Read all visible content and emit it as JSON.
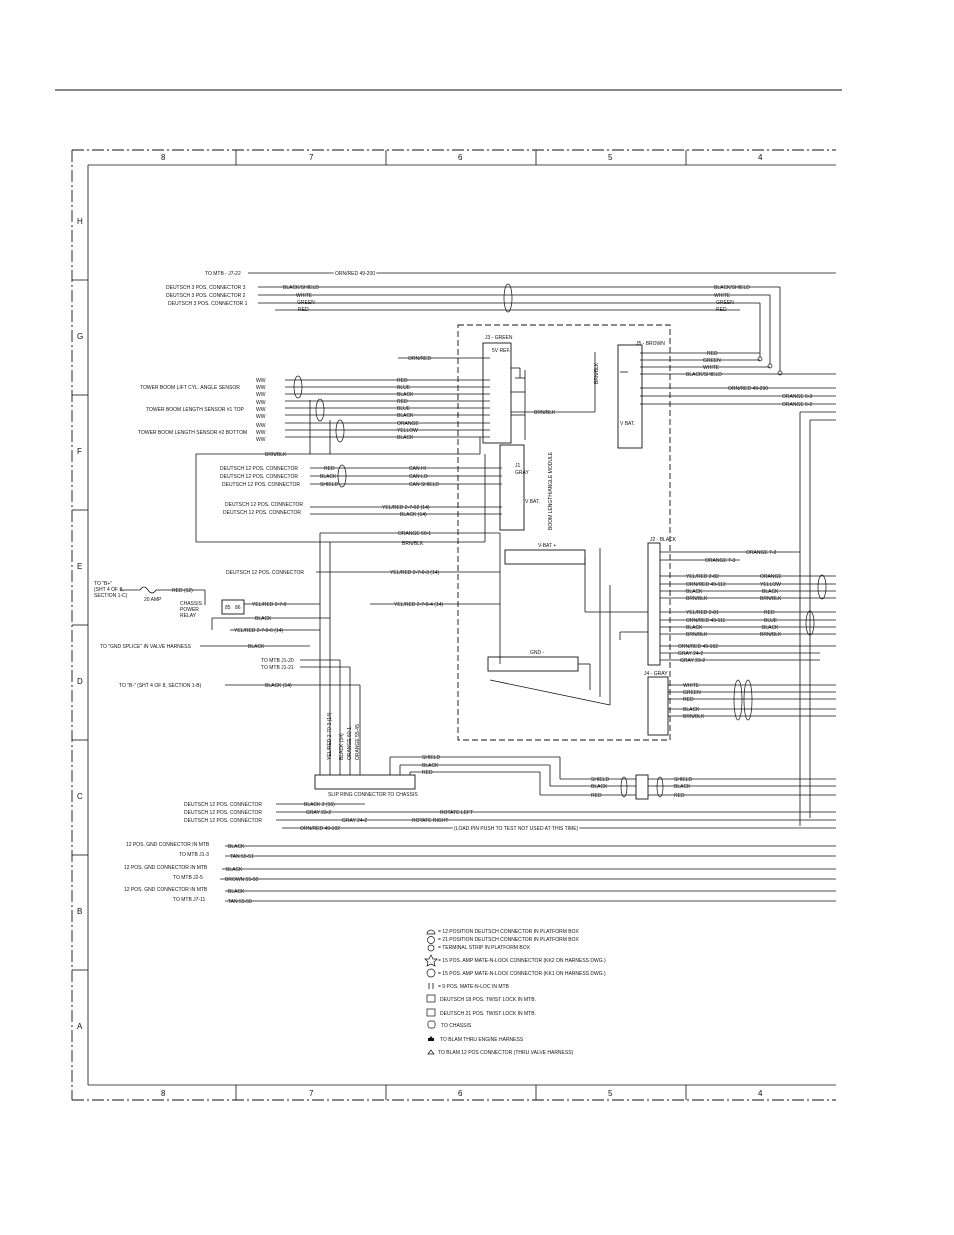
{
  "frame": {
    "cols": [
      "8",
      "7",
      "6",
      "5",
      "4"
    ],
    "rows": [
      "H",
      "G",
      "F",
      "E",
      "D",
      "C",
      "B",
      "A"
    ]
  },
  "connectors": {
    "j3": "J3 - GREEN",
    "j3_ref": "5V REF.",
    "j5": "J5 - BROWN",
    "j5_vbat": "V BAT.",
    "j1": "J1",
    "j1_color": "GRAY",
    "j1_vbat": "V BAT.",
    "module": "BOOM LENGTH/ANGLE MODULE",
    "j2": "J2 - BLACK",
    "j4": "J4 - GRAY",
    "vbat_bus": "V-BAT +",
    "gnd_bus": "GND -",
    "slip": "SLIP RING CONNECTOR TO CHASSIS"
  },
  "left_labels": {
    "mtb_j7": "TO MTB - J7-22",
    "d3a": "DEUTSCH 3 POS. CONNECTOR 3",
    "d3b": "DEUTSCH 3 POS. CONNECTOR 2",
    "d3c": "DEUTSCH 3 POS. CONNECTOR 1",
    "sensor1": "TOWER BOOM LIFT CYL. ANGLE SENSOR",
    "sensor2": "TOWER BOOM LENGTH SENSOR #1 TOP",
    "sensor3": "TOWER BOOM LENGTH SENSOR #2 BOTTOM",
    "d12a": "DEUTSCH 12 POS. CONNECTOR",
    "d12b": "DEUTSCH 12 POS. CONNECTOR",
    "d12c": "DEUTSCH 12 POS. CONNECTOR",
    "d12d": "DEUTSCH 12 POS. CONNECTOR",
    "d12e": "DEUTSCH 12 POS. CONNECTOR",
    "d12f": "DEUTSCH 12 POS. CONNECTOR",
    "to_b1": "TO \"B+\"",
    "to_b2": "(SHT 4 OF 8,",
    "to_b3": "SECTION 1-C)",
    "amp": "20 AMP",
    "relay1": "CHASSIS",
    "relay2": "POWER",
    "relay3": "RELAY",
    "gnd_splice": "TO \"GND SPLICE\" IN VALVE HARNESS",
    "mtb_j1_20": "TO MTB J1-20",
    "mtb_j1_21": "TO MTB J1-21",
    "to_bminus": "TO \"B-\" (SHT 4 OF 8, SECTION 1-B)",
    "d12g": "DEUTSCH 12 POS. CONNECTOR",
    "d12h": "DEUTSCH 12 POS. CONNECTOR",
    "d12i": "DEUTSCH 12 POS. CONNECTOR",
    "gnd1": "12 POS. GND CONNECTOR IN MTB",
    "mtb_j1_3": "TO MTB J1-3",
    "gnd2": "12 POS. GND CONNECTOR IN MTB",
    "mtb_j2_5": "TO MTB J2-5",
    "gnd3": "12 POS. GND CONNECTOR IN MTB",
    "mtb_j7_11": "TO MTB J7-11"
  },
  "wires": {
    "orn_red_49_200": "ORN/RED 49-200",
    "black_shield": "BLACK/SHIELD",
    "white": "WHITE",
    "green": "GREEN",
    "red": "RED",
    "orn_red": "ORN/RED",
    "blue": "BLUE",
    "black": "BLACK",
    "orange": "ORANGE",
    "yellow": "YELLOW",
    "brn_blk": "BRN/BLK",
    "can_hi": "CAN HI",
    "can_lo": "CAN LO",
    "can_shield": "CAN SHIELD",
    "shield": "SHIELD",
    "yel_red_27_02": "YEL/RED 2-7-02 (14)",
    "black_14": "BLACK (14)",
    "orange_60_1": "ORANGE 60-1",
    "yel_red_27_03": "YEL/RED 2-7-0-3 (14)",
    "red_12": "RED (12)",
    "yel_red_27_0": "YEL/RED 2-7-0",
    "yel_red_27_04": "YEL/RED 2-7-0-4 (14)",
    "yel_red_27_6": "YEL/RED 2-7-0-6 (14)",
    "black_16": "BLACK 3 (16)",
    "gray_23_2": "GRAY 23-2",
    "gray_24_2": "GRAY 24-2",
    "orn_red_49_102": "ORN/RED 49-102",
    "rotate_left": "ROTATE LEFT",
    "rotate_right": "ROTATE RIGHT",
    "load_pin": "(LOAD PIN PUSH TO TEST NOT USED AT THIS TIME)",
    "tan_55_51": "TAN 55-51",
    "brown_55_50": "BROWN 55-50",
    "tan_55_50": "TAN 55-50",
    "orange_63": "ORANGE 6-3",
    "orange_62": "ORANGE 6-2",
    "orange_73": "ORANGE 7-3",
    "yel_red_282": "YEL/RED 2-82",
    "orn_red_49_112": "ORN/RED 49-112",
    "yel_red_281": "YEL/RED 2-81",
    "orn_red_49_111": "ORN/RED 49-111",
    "gray_24_2b": "GRAY 24-2",
    "gray_23_2b": "GRAY 23-2",
    "vert1": "YEL/RED 2-70-3 (14)",
    "vert2": "BLACK (14)",
    "vert3": "ORANGE 60-1",
    "vert4": "ORANGE 55-45"
  },
  "legend": [
    "= 12 POSITION DEUTSCH CONNECTOR IN PLATFORM BOX",
    "= 21 POSITION DEUTSCH CONNECTOR IN PLATFORM BOX",
    "= TERMINAL STRIP IN PLATFORM BOX",
    "= 15 POS. AMP MATE-N-LOCK CONNECTOR (KK2 ON HARNESS DWG.)",
    "= 15 POS. AMP MATE-N-LOCK CONNECTOR (KK1 ON HARNESS DWG.)",
    "= 9 POS. MATE-N-LOC IN MTB",
    "DEUTSCH 18 POS. TWIST LOCK IN MTB.",
    "DEUTSCH 21 POS. TWIST LOCK IN MTB.",
    "TO CHASSIS",
    "TO BLAM THRU ENGINE HARNESS",
    "TO BLAM 12 POS CONNECTOR (THRU VALVE HARNESS)"
  ]
}
